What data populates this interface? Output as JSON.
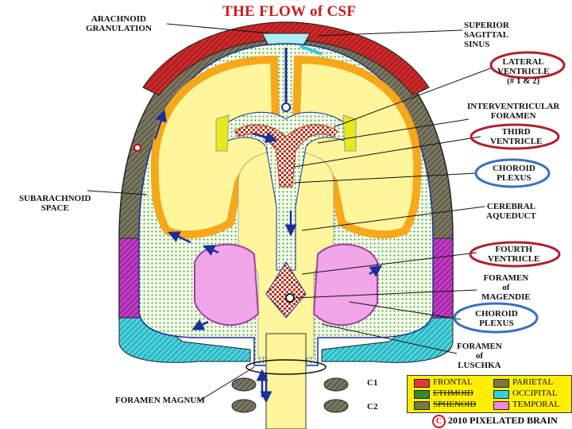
{
  "title": "THE FLOW of CSF",
  "labels": {
    "arachnoid_granulation": "ARACHNOID\nGRANULATION",
    "superior_sagittal_sinus": "SUPERIOR\nSAGITTAL\nSINUS",
    "lateral_ventricle": "LATERAL\nVENTRICLE\n(# 1 & 2)",
    "interventricular_foramen": "INTERVENTRICULAR\nFORAMEN",
    "third_ventricle": "THIRD\nVENTRICLE",
    "choroid_plexus_upper": "CHOROID\nPLEXUS",
    "subarachnoid_space": "SUBARACHNOID\nSPACE",
    "cerebral_aqueduct": "CEREBRAL\nAQUEDUCT",
    "fourth_ventricle": "FOURTH\nVENTRICLE",
    "foramen_magendie": "FORAMEN\nof\nMAGENDIE",
    "choroid_plexus_lower": "CHOROID\nPLEXUS",
    "foramen_luschka": "FORAMEN\nof\nLUSCHKA",
    "foramen_magnum": "FORAMEN MAGNUM",
    "c1": "C1",
    "c2": "C2"
  },
  "legend": [
    {
      "label": "FRONTAL",
      "color": "#e03a3a"
    },
    {
      "label": "PARIETAL",
      "color": "#7a7a3a"
    },
    {
      "label": "ETHMOID",
      "color": "#2e8b2e"
    },
    {
      "label": "OCCIPITAL",
      "color": "#2fd0e0"
    },
    {
      "label": "SPHENOID",
      "color": "#7a7a3a"
    },
    {
      "label": "TEMPORAL",
      "color": "#f28ad8"
    }
  ],
  "copyright": {
    "symbol": "C",
    "text": "2010  PIXELATED BRAIN"
  },
  "colors": {
    "skull_frontal": "#c8262b",
    "skull_parietal": "#6e6a55",
    "occipital": "#36c9d6",
    "temporal": "#c23ac4",
    "brain": "#fff59a",
    "cortex": "#f6a81a",
    "csf_green": "#2e8b2e",
    "ventricle_oval": "#b02030",
    "choroid_oval": "#3a6fc0"
  }
}
